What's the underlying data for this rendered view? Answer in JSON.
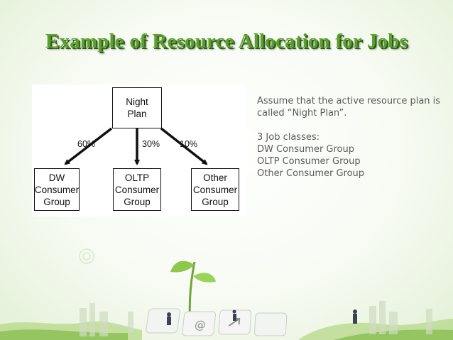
{
  "slide": {
    "title": "Example of Resource Allocation for Jobs"
  },
  "diagram": {
    "top_box": [
      "Night",
      "Plan"
    ],
    "children": [
      {
        "percent": "60%",
        "lines": [
          "DW",
          "Consumer",
          "Group"
        ]
      },
      {
        "percent": "30%",
        "lines": [
          "OLTP",
          "Consumer",
          "Group"
        ]
      },
      {
        "percent": "10%",
        "lines": [
          "Other",
          "Consumer",
          "Group"
        ]
      }
    ]
  },
  "info": {
    "assumption": "Assume that the active resource plan is called “Night Plan”.",
    "classes_heading": "3 Job classes:",
    "classes": [
      "DW Consumer Group",
      "OLTP Consumer Group",
      "Other Consumer Group"
    ]
  }
}
